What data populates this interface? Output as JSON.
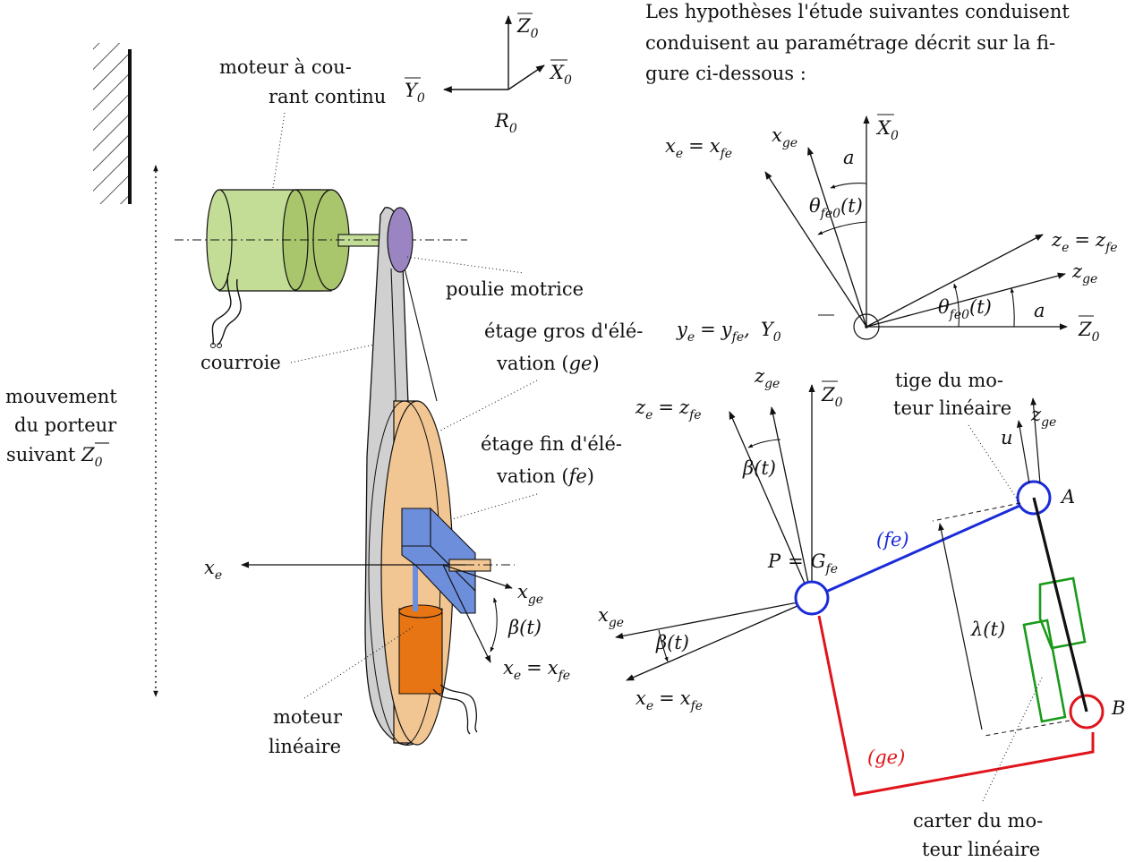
{
  "header_text": {
    "line0": "Les hypothèses  l'étude suivantes conduisent",
    "line1": "conduisent au paramétrage décrit sur la fi-",
    "line2": "gure ci-dessous :"
  },
  "labels": {
    "moteur_cc": [
      "moteur à cou-",
      "rant continu"
    ],
    "poulie": "poulie motrice",
    "courroie": "courroie",
    "etage_gros": [
      "étage gros d'élé-",
      "vation (",
      "ge",
      ")"
    ],
    "etage_fin": [
      "étage fin d'élé-",
      "vation (",
      "fe",
      ")"
    ],
    "mouvement": [
      "mouvement",
      "du porteur",
      "suivant "
    ],
    "moteur_lin": [
      "moteur",
      "linéaire"
    ],
    "tige": [
      "tige du mo-",
      "teur linéaire"
    ],
    "carter": [
      "carter du mo-",
      "teur linéaire"
    ]
  },
  "math": {
    "Z0": "Z",
    "X0": "X",
    "Y0": "Y",
    "R0": "R",
    "sub0": "0",
    "xe_eq": "x",
    "sub_e": "e",
    "sub_fe": "fe",
    "sub_ge": "ge",
    "a": "a",
    "theta": "θ",
    "theta_sub": "fe0",
    "t_arg": "(t)",
    "beta": "β(t)",
    "lambda": "λ(t)",
    "P": "P",
    "G": "G",
    "A": "A",
    "B": "B",
    "u": "u",
    "fe_tag": "(fe)",
    "ge_tag": "(ge)",
    "eq": "=",
    "ye_sep": ","
  },
  "colors": {
    "motor_green": "#c3dd96",
    "motor_green_dark": "#a9c66d",
    "pulley": "#9b84c2",
    "belt": "#d0d0d0",
    "disc": "#f2c693",
    "block": "#6d8fdb",
    "linear_motor": "#e77514",
    "blue": "#1a2bd8",
    "red": "#e0141b",
    "green": "#1a9a1a"
  }
}
